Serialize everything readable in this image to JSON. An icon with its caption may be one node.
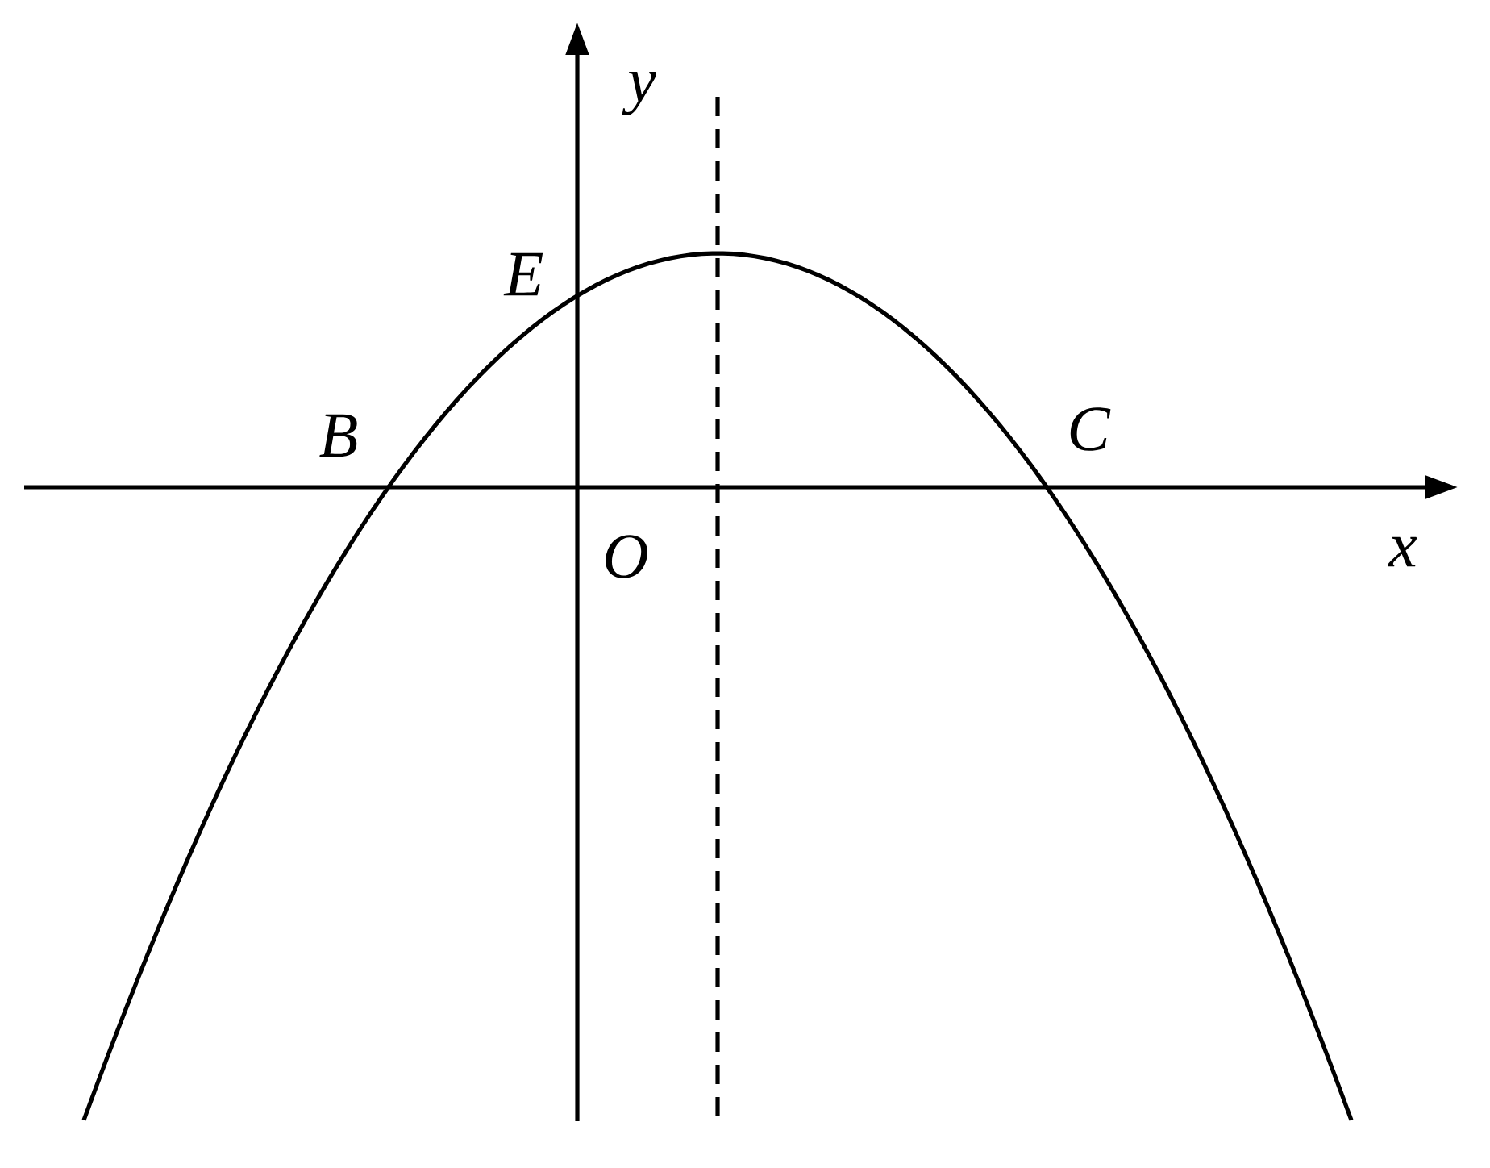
{
  "diagram": {
    "labels": [
      "y",
      "E",
      "B",
      "C",
      "O",
      "x"
    ]
  }
}
